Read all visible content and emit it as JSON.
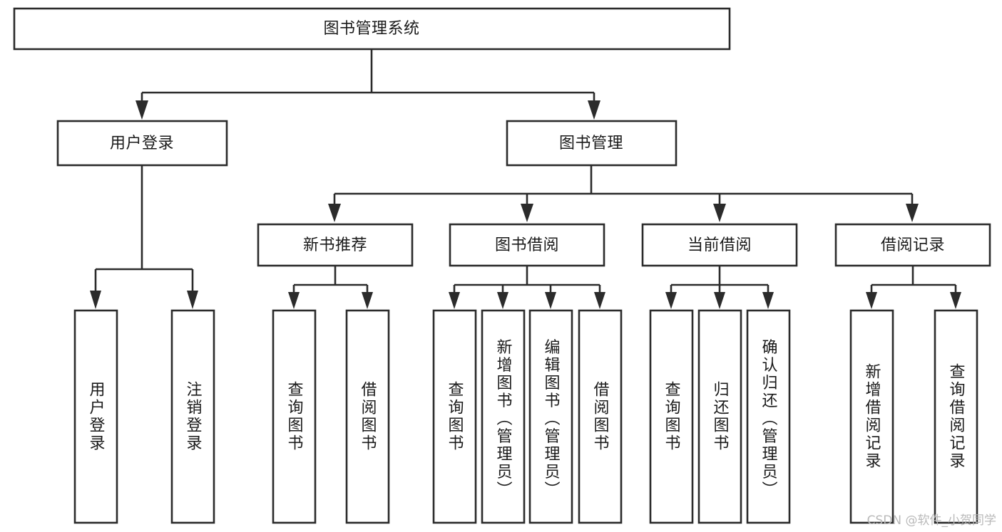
{
  "diagram": {
    "type": "tree",
    "title": "图书管理系统",
    "orientation": "top-down",
    "colors": {
      "box_stroke": "#2b2b2b",
      "box_fill": "#ffffff",
      "text": "#1a1a1a",
      "background": "#ffffff",
      "watermark": "#b9b9b9"
    },
    "root": {
      "label": "图书管理系统"
    },
    "level2": [
      {
        "label": "用户登录"
      },
      {
        "label": "图书管理"
      }
    ],
    "level3": [
      {
        "label": "新书推荐"
      },
      {
        "label": "图书借阅"
      },
      {
        "label": "当前借阅"
      },
      {
        "label": "借阅记录"
      }
    ],
    "leaves_user_login": [
      {
        "label": "用户登录"
      },
      {
        "label": "注销登录"
      }
    ],
    "leaves_new_book": [
      {
        "label": "查询图书"
      },
      {
        "label": "借阅图书"
      }
    ],
    "leaves_borrow": [
      {
        "label": "查询图书"
      },
      {
        "label": "新增图书（管理员）"
      },
      {
        "label": "编辑图书（管理员）"
      },
      {
        "label": "借阅图书"
      }
    ],
    "leaves_current": [
      {
        "label": "查询图书"
      },
      {
        "label": "归还图书"
      },
      {
        "label": "确认归还（管理员）"
      }
    ],
    "leaves_record": [
      {
        "label": "新增借阅记录"
      },
      {
        "label": "查询借阅记录"
      }
    ]
  },
  "watermark": {
    "text": "CSDN @软件_小贺同学"
  }
}
